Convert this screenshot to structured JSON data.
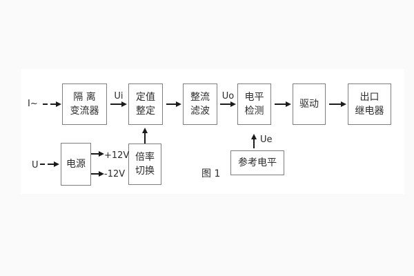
{
  "figure": {
    "caption": "图 1"
  },
  "colors": {
    "page_bg": "#fafafa",
    "panel_bg": "#ffffff",
    "box_border": "#7d7d7d",
    "text": "#2b2b2b",
    "line": "#1a1a1a"
  },
  "nodes": {
    "isolation": {
      "line1": "隔 离",
      "line2": "变流器"
    },
    "setting": {
      "line1": "定值",
      "line2": "整定"
    },
    "rectify": {
      "line1": "整流",
      "line2": "滤波"
    },
    "level": {
      "line1": "电平",
      "line2": "检测"
    },
    "drive": {
      "line1": "驱动"
    },
    "relay": {
      "line1": "出口",
      "line2": "继电器"
    },
    "power": {
      "line1": "电源"
    },
    "ratio": {
      "line1": "倍率",
      "line2": "切换"
    },
    "reference": {
      "line1": "参考电平"
    }
  },
  "signals": {
    "input_current": "I~",
    "input_voltage": "U",
    "ui": "Ui",
    "uo": "Uo",
    "ue": "Ue",
    "plus12": "+12V",
    "minus12": "-12V"
  }
}
